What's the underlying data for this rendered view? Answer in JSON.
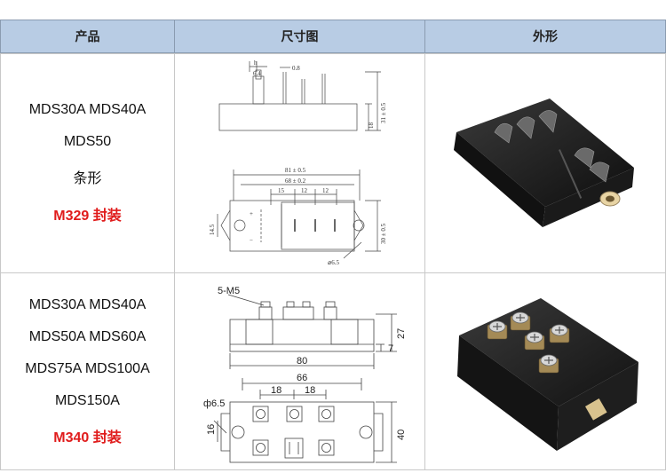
{
  "headers": [
    "产品",
    "尺寸图",
    "外形"
  ],
  "rows": [
    {
      "product_lines": [
        "MDS30A MDS40A",
        "MDS50",
        "条形"
      ],
      "package": "M329 封装",
      "drawing_labels": {
        "pin_width": "6.4",
        "thickness": "0.8",
        "height_total": "31 ± 0.5",
        "body_h": "18",
        "len_outer": "81 ± 0.5",
        "len_inner": "68 ± 0.2",
        "pitch_a": "15",
        "pitch_b": "12",
        "pitch_c": "12",
        "width_left": "14.5",
        "width_total": "30 ± 0.5",
        "hole": "⌀6.5",
        "plus": "+",
        "minus": "−",
        "h_label": "h"
      }
    },
    {
      "product_lines": [
        "MDS30A MDS40A",
        "MDS50A MDS60A",
        "MDS75A MDS100A",
        "MDS150A"
      ],
      "package": "M340 封装",
      "drawing_labels": {
        "screws": "5-M5",
        "height": "27",
        "base": "7",
        "len_outer": "80",
        "len_inner": "66",
        "pitch_a": "18",
        "pitch_b": "18",
        "hole": "ф6.5",
        "width_a": "16",
        "width_b": "40"
      }
    }
  ],
  "colors": {
    "header_bg": "#b8cce4",
    "package_red": "#e01c1c",
    "module_black": "#1c1c1c"
  }
}
